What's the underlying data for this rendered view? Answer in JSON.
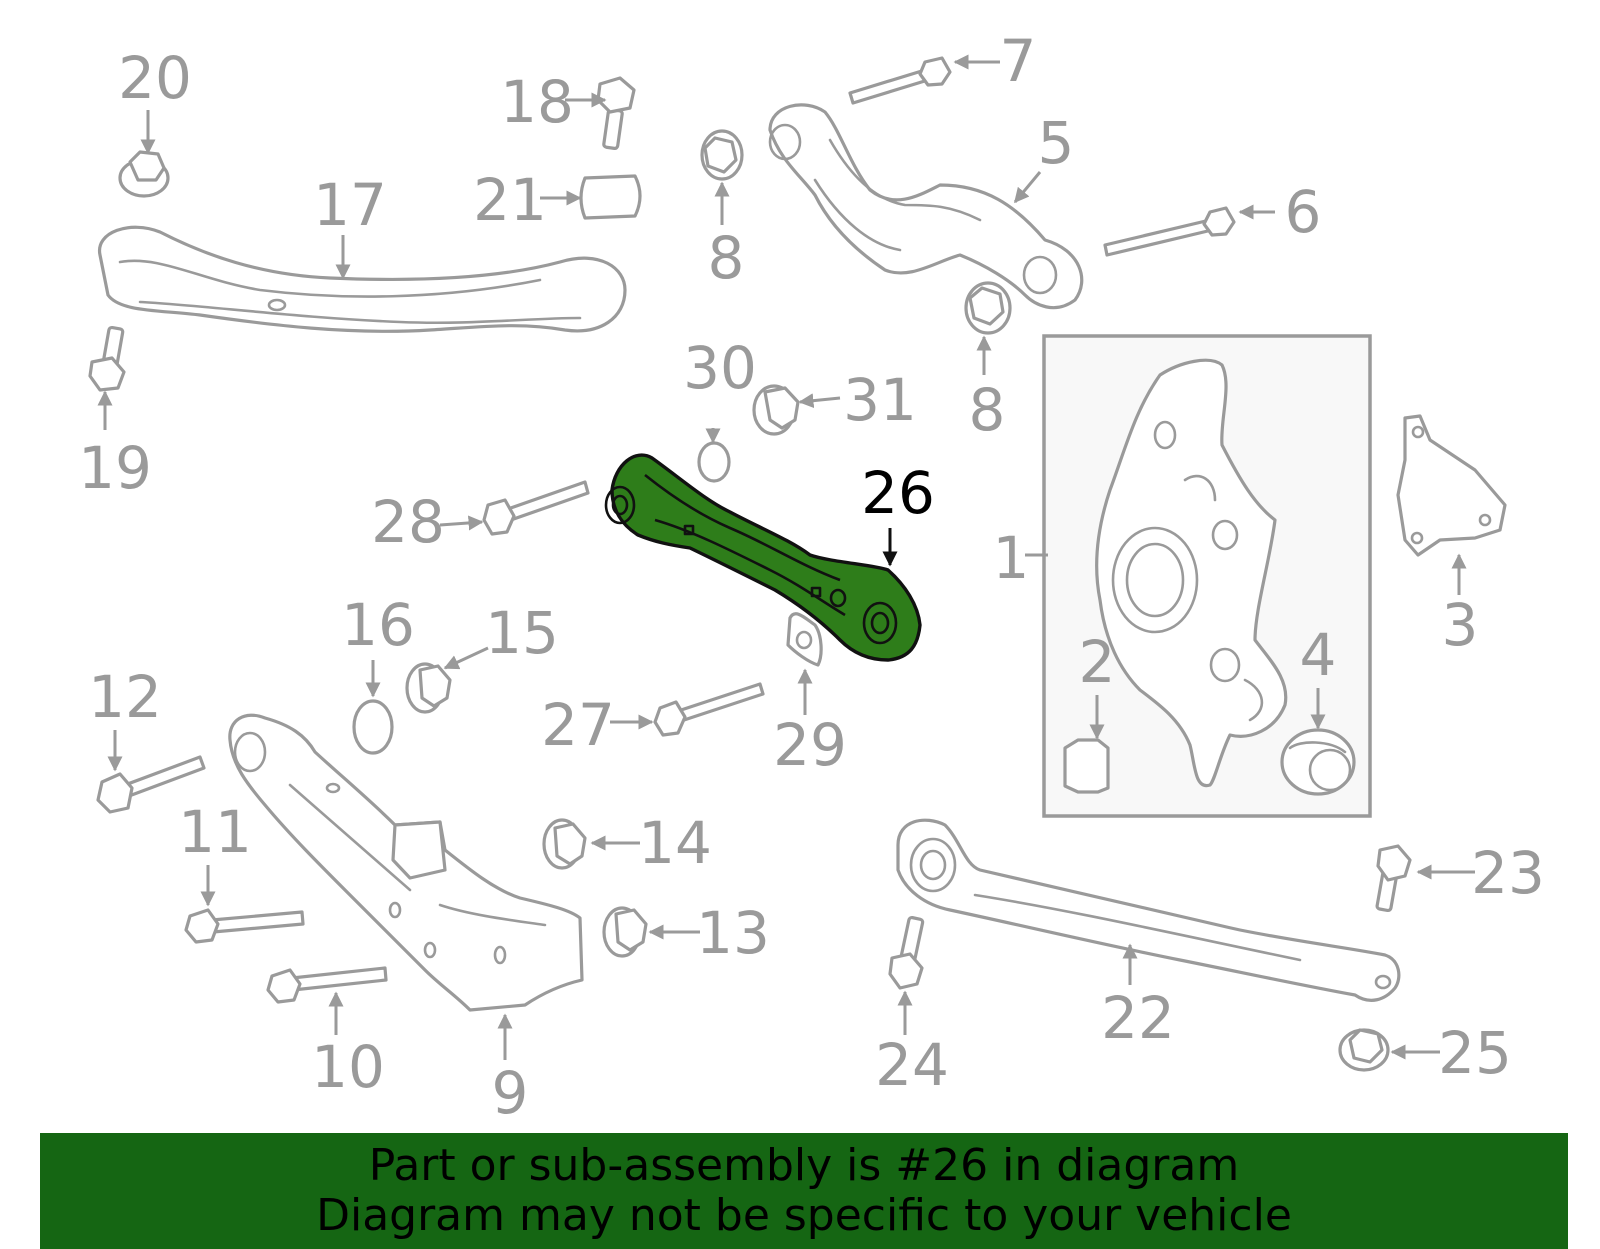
{
  "diagram": {
    "highlighted_part": "26",
    "colors": {
      "highlight_fill": "#2e7d1a",
      "line": "#9a9a9a",
      "banner": "#156613"
    },
    "callouts": {
      "c1": "1",
      "c2": "2",
      "c3": "3",
      "c4": "4",
      "c5": "5",
      "c6": "6",
      "c7": "7",
      "c8a": "8",
      "c8b": "8",
      "c9": "9",
      "c10": "10",
      "c11": "11",
      "c12": "12",
      "c13": "13",
      "c14": "14",
      "c15": "15",
      "c16": "16",
      "c17": "17",
      "c18": "18",
      "c19": "19",
      "c20": "20",
      "c21": "21",
      "c22": "22",
      "c23": "23",
      "c24": "24",
      "c25": "25",
      "c26": "26",
      "c27": "27",
      "c28": "28",
      "c29": "29",
      "c30": "30",
      "c31": "31"
    }
  },
  "banner": {
    "line1": "Part or sub-assembly is #26 in diagram",
    "line2": "Diagram may not be specific to your vehicle"
  }
}
